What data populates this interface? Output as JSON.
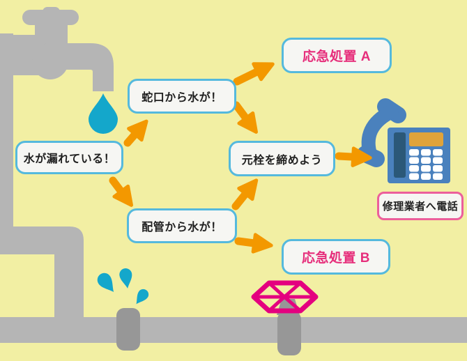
{
  "diagram": {
    "kind": "flowchart",
    "topic": "water-leak response",
    "nodes": {
      "leak": {
        "label": "水が漏れている！"
      },
      "from_faucet": {
        "label": "蛇口から水が！"
      },
      "from_pipe": {
        "label": "配管から水が！"
      },
      "first_aid_a": {
        "label": "応急処置 A"
      },
      "close_main_valve": {
        "label": "元栓を締めよう"
      },
      "first_aid_b": {
        "label": "応急処置 B"
      },
      "call_repair": {
        "label": "修理業者へ電話"
      }
    },
    "edges": [
      {
        "from": "leak",
        "to": "from_faucet"
      },
      {
        "from": "leak",
        "to": "from_pipe"
      },
      {
        "from": "from_faucet",
        "to": "first_aid_a"
      },
      {
        "from": "from_faucet",
        "to": "close_main_valve"
      },
      {
        "from": "from_pipe",
        "to": "close_main_valve"
      },
      {
        "from": "from_pipe",
        "to": "first_aid_b"
      },
      {
        "from": "close_main_valve",
        "to": "call_repair"
      }
    ]
  },
  "icons": {
    "faucet": "svg-faucet-shape",
    "water_drop": "svg-teardrop",
    "spray_drops": "svg-teardrop-x3",
    "pipe": "svg-thick-gray-lines",
    "pipe_joint": "svg-rounded-rect",
    "main_valve": "svg-handwheel-hexagon",
    "phone": "svg-desk-telephone",
    "flow_arrow": "svg-orange-arrow"
  },
  "colors": {
    "background": "#f2efa3",
    "pipe_gray": "#b5b5b5",
    "joint_gray": "#979797",
    "water_blue": "#14a7cb",
    "arrow_orange": "#f39800",
    "box_border_blue": "#55b9dd",
    "box_fill": "#f6f6f3",
    "pink_text": "#e62e7b",
    "pink_border": "#ec5f9b",
    "valve_pink": "#e4007f",
    "phone_blue": "#4a81bd",
    "phone_dark": "#2b5878",
    "phone_display": "#e0a33a",
    "text_black": "#1f1f1f"
  }
}
